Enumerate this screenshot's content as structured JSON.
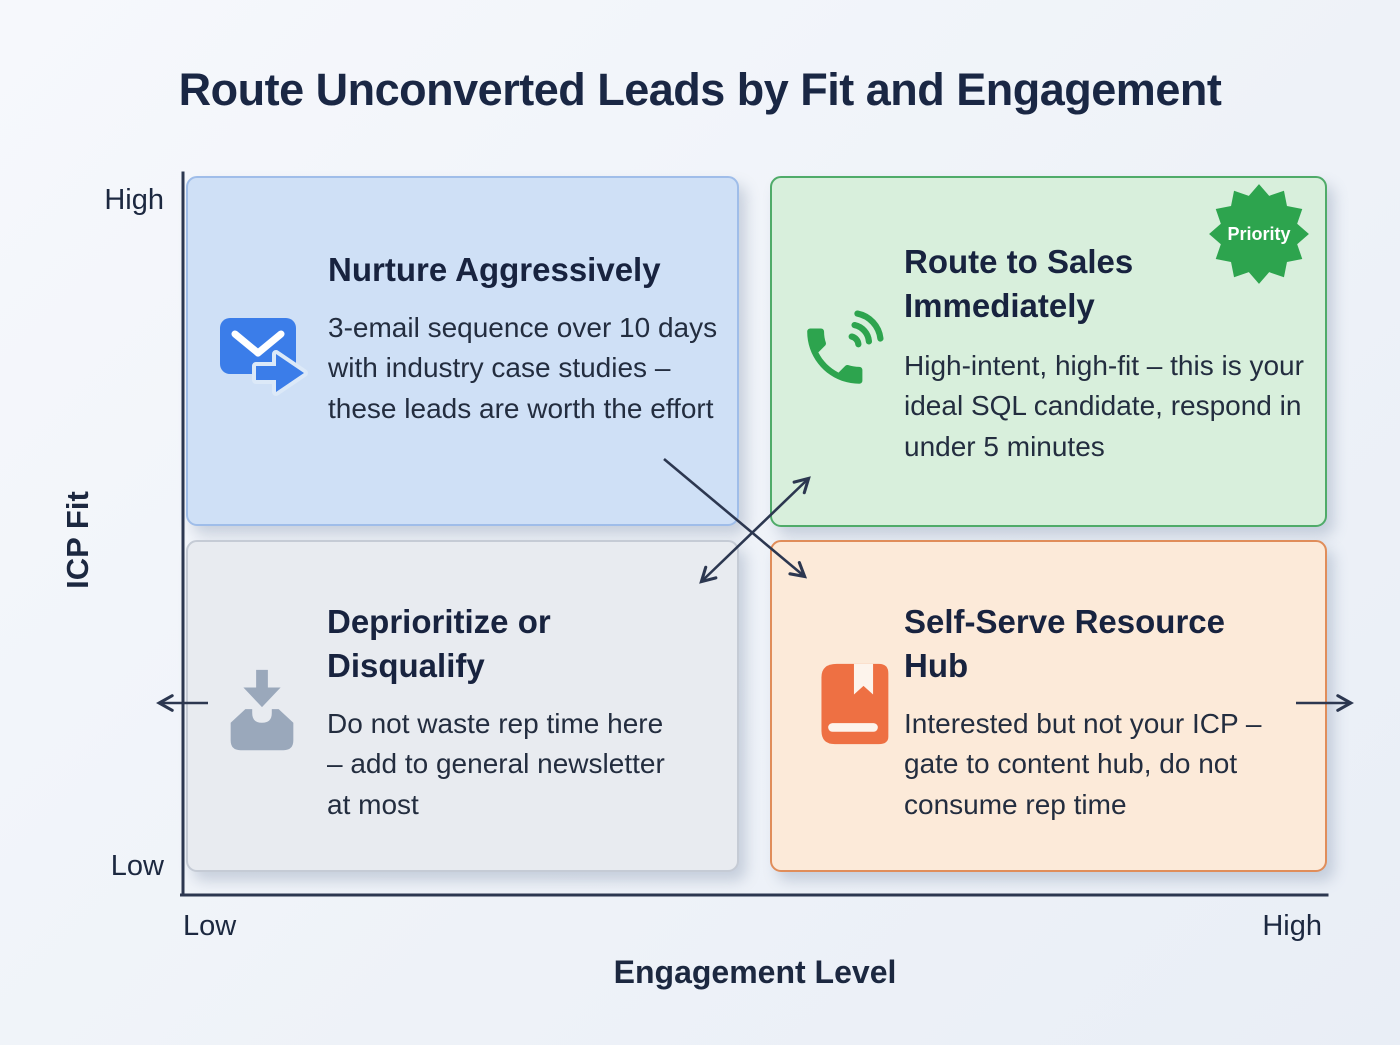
{
  "title": "Route Unconverted Leads by Fit and Engagement",
  "axes": {
    "y_label": "ICP Fit",
    "y_top": "High",
    "y_bottom": "Low",
    "x_label": "Engagement Level",
    "x_left": "Low",
    "x_right": "High"
  },
  "badge": {
    "label": "Priority",
    "color": "#2da44e"
  },
  "quadrants": {
    "top_left": {
      "title": "Nurture Aggressively",
      "body": "3-email sequence over 10 days with industry case studies – these leads are worth the effort",
      "icon": "email-forward-icon",
      "accent": "#3b7de9",
      "bg": "#cfe0f6",
      "border": "#9fbde9"
    },
    "top_right": {
      "title": "Route to Sales Immediately",
      "body": "High-intent, high-fit – this is your ideal SQL candidate, respond in under 5 minutes",
      "icon": "phone-call-icon",
      "accent": "#2da44e",
      "bg": "#d8efdc",
      "border": "#4fab69"
    },
    "bottom_left": {
      "title": "Deprioritize or Disqualify",
      "body": "Do not waste rep time here – add to general newsletter at most",
      "icon": "inbox-archive-icon",
      "accent": "#9aa8bb",
      "bg": "#e8ebf0",
      "border": "#c5cbd5"
    },
    "bottom_right": {
      "title": "Self-Serve Resource Hub",
      "body": "Interested but not your ICP – gate to content hub, do not consume rep time",
      "icon": "book-icon",
      "accent": "#ee7043",
      "bg": "#fcead9",
      "border": "#e08d5a"
    }
  },
  "colors": {
    "title_text": "#1a2744",
    "body_text": "#232d3f",
    "axis_lines": "#2c3750",
    "background": "#eff3f9"
  }
}
